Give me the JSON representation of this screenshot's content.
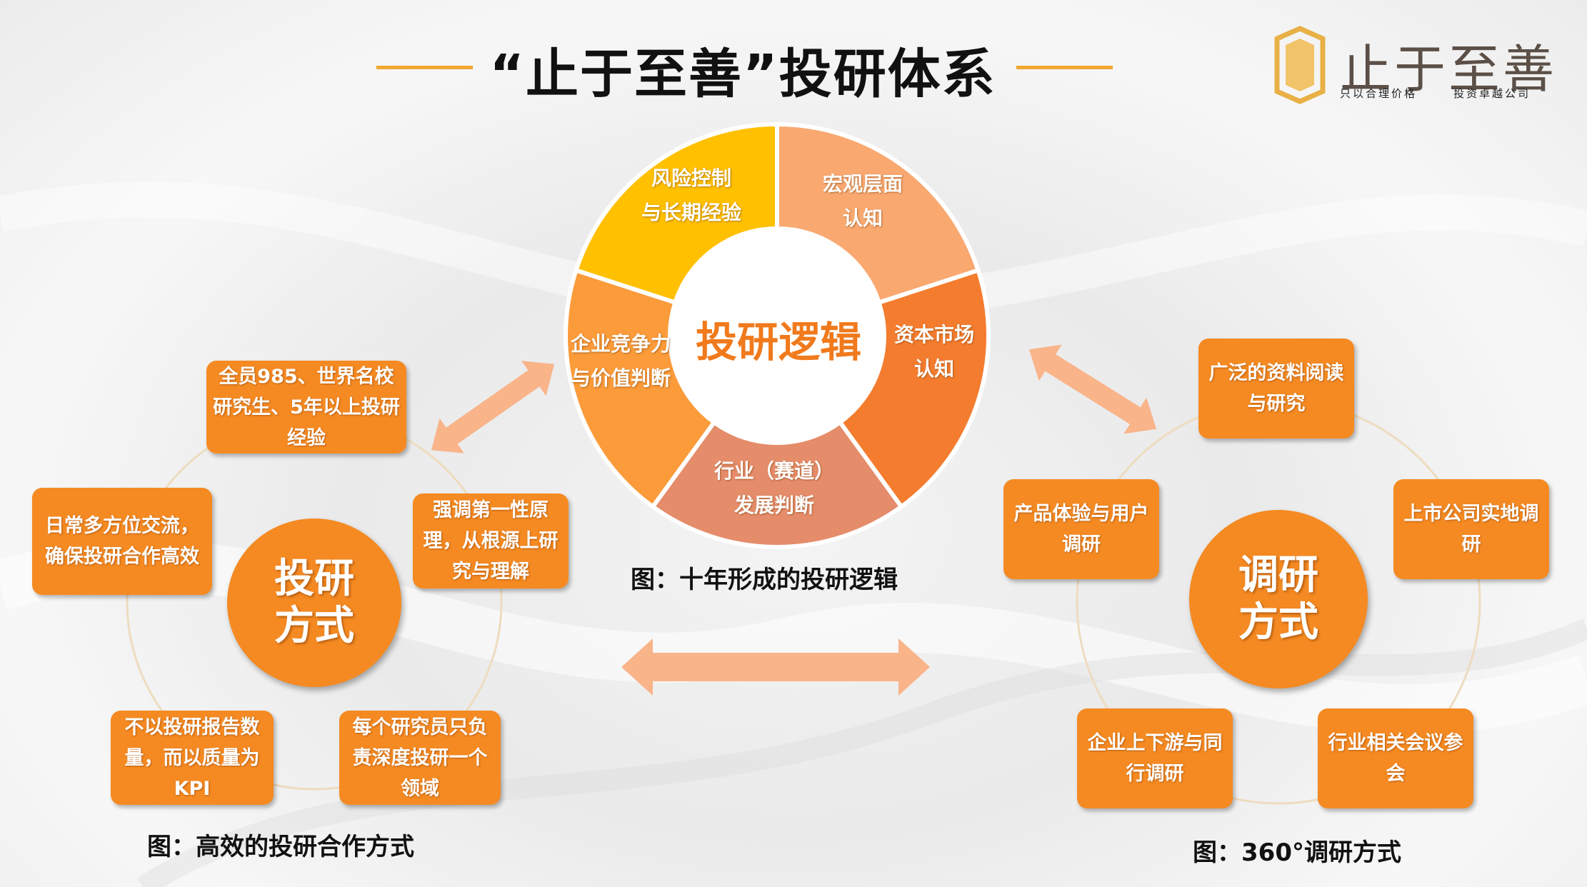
{
  "header": {
    "title": "“止于至善”投研体系",
    "accent_color": "#f0a830"
  },
  "logo": {
    "name": "止于至善",
    "slogan_left": "只以合理价格",
    "slogan_right": "投资卓越公司"
  },
  "logic_wheel": {
    "center": "投研逻辑",
    "segments": [
      {
        "line1": "风险控制",
        "line2": "与长期经验",
        "color": "#ffc000"
      },
      {
        "line1": "宏观层面",
        "line2": "认知",
        "color": "#f9a870"
      },
      {
        "line1": "资本市场",
        "line2": "认知",
        "color": "#f47c2e"
      },
      {
        "line1": "行业（赛道）",
        "line2": "发展判断",
        "color": "#e58c6a"
      },
      {
        "line1": "企业竞争力",
        "line2": "与价值判断",
        "color": "#fb9b3a"
      }
    ],
    "caption": "图：十年形成的投研逻辑"
  },
  "cooperation": {
    "hub_line1": "投研",
    "hub_line2": "方式",
    "items": [
      "全员985、世界名校研究生、5年以上投研经验",
      "强调第一性原理，从根源上研究与理解",
      "每个研究员只负责深度投研一个领域",
      "不以投研报告数量，而以质量为KPI",
      "日常多方位交流，确保投研合作高效"
    ],
    "caption": "图：高效的投研合作方式"
  },
  "research": {
    "hub_line1": "调研",
    "hub_line2": "方式",
    "items": [
      "广泛的资料阅读与研究",
      "上市公司实地调研",
      "行业相关会议参会",
      "企业上下游与同行调研",
      "产品体验与用户调研"
    ],
    "caption": "图：360°调研方式"
  },
  "colors": {
    "box": "#f58a22",
    "arrow": "#f9b48a",
    "ring_line": "#eedcc0"
  }
}
